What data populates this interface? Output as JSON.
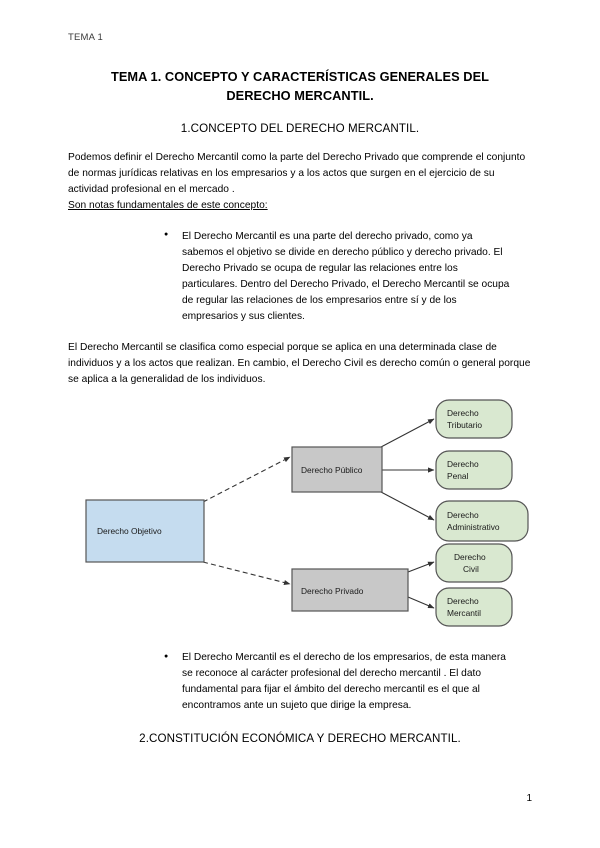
{
  "document": {
    "running_header": "TEMA 1",
    "page_number": "1",
    "title_line1": "TEMA 1. CONCEPTO Y CARACTERÍSTICAS GENERALES DEL",
    "title_line2": "DERECHO MERCANTIL",
    "title_period": ".",
    "section1_heading": "1.CONCEPTO DEL DERECHO MERCANTIL.",
    "section2_heading": "2.CONSTITUCIÓN ECONÓMICA Y DERECHO MERCANTIL.",
    "paragraph1": "Podemos definir el Derecho Mercantil como la parte del Derecho Privado que comprende el conjunto de normas jurídicas relativas en los empresarios y a los actos que surgen en el ejercicio de su actividad profesional en el mercado .",
    "paragraph1_lead_in": "Son notas fundamentales de este concepto:",
    "bullet1": "El Derecho Mercantil es una parte del derecho privado, como ya sabemos el objetivo se divide en derecho público y derecho privado. El Derecho Privado se ocupa de regular las relaciones entre los particulares. Dentro del Derecho Privado, el Derecho Mercantil se ocupa de regular las relaciones de los empresarios entre sí y de los empresarios y sus clientes.",
    "paragraph2": "El Derecho Mercantil se clasifica como especial porque se aplica en una determinada clase de individuos y a los actos que realizan. En cambio, el Derecho Civil es derecho común o general porque se aplica a la generalidad de los individuos.",
    "bullet2": "El Derecho Mercantil es el derecho de los empresarios, de esta manera se reconoce al carácter profesional del derecho mercantil . El dato fundamental para fijar el ámbito del derecho mercantil es el que al encontramos ante un sujeto que dirige la empresa."
  },
  "diagram": {
    "name": "clasificacion-derecho-objetivo",
    "colors": {
      "root_fill": "#c5dcef",
      "root_stroke": "#555555",
      "branch_fill": "#c8c8c8",
      "branch_stroke": "#555555",
      "leaf_fill": "#d9e8d0",
      "leaf_stroke": "#555555",
      "connector": "#333333"
    },
    "root": {
      "label": "Derecho Objetivo"
    },
    "branches": [
      {
        "label": "Derecho Público"
      },
      {
        "label": "Derecho Privado"
      }
    ],
    "leaves": [
      {
        "label_line1": "Derecho",
        "label_line2": "Tributario"
      },
      {
        "label_line1": "Derecho",
        "label_line2": "Penal"
      },
      {
        "label_line1": "Derecho",
        "label_line2": "Administrativo"
      },
      {
        "label_line1": "Derecho",
        "label_line2": "Civil"
      },
      {
        "label_line1": "Derecho",
        "label_line2": "Mercantil"
      }
    ]
  }
}
